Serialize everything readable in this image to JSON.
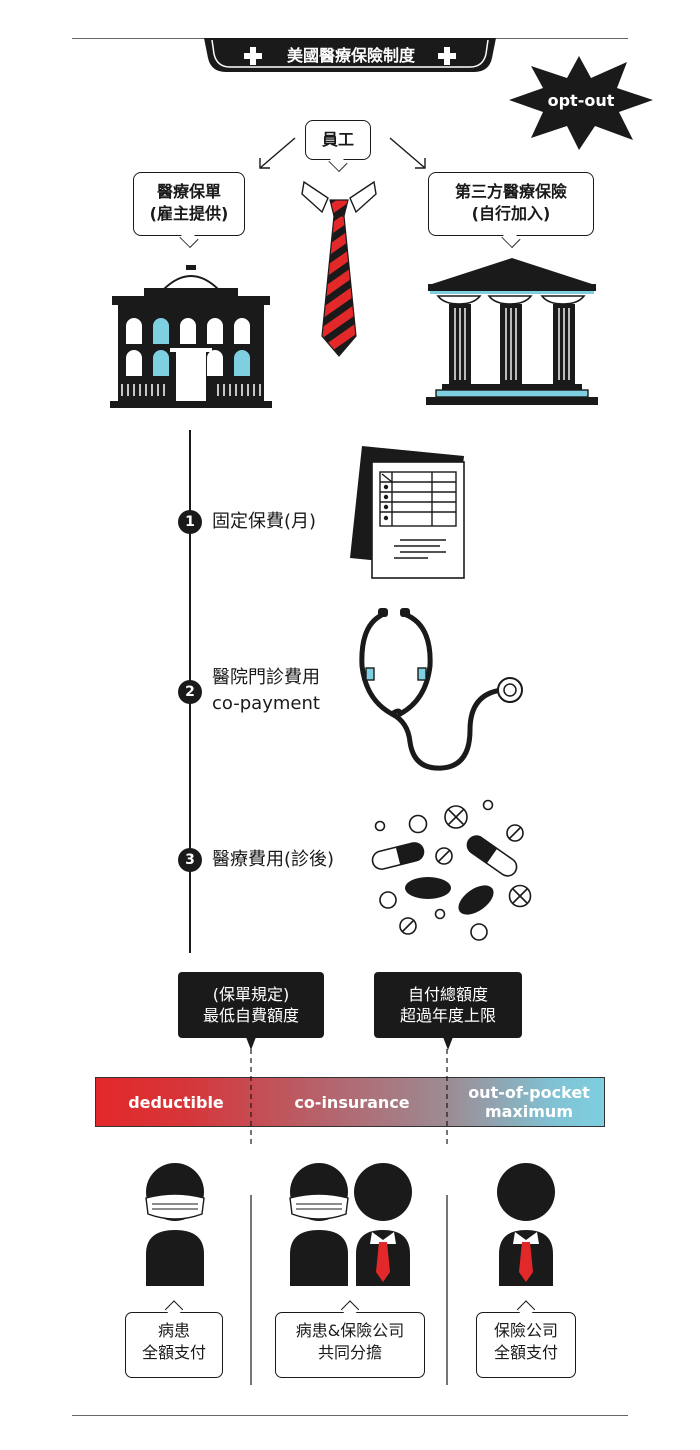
{
  "header": {
    "title": "美國醫療保險制度",
    "optout": "opt-out"
  },
  "top": {
    "employee": "員工",
    "policy_line1": "醫療保單",
    "policy_line2": "(雇主提供)",
    "third_line1": "第三方醫療保險",
    "third_line2": "(自行加入)"
  },
  "steps": [
    {
      "num": "1",
      "label": "固定保費(月)"
    },
    {
      "num": "2",
      "label": "醫院門診費用",
      "label2": "co-payment"
    },
    {
      "num": "3",
      "label": "醫療費用(診後)"
    }
  ],
  "callouts": {
    "left_line1": "(保單規定)",
    "left_line2": "最低自費額度",
    "right_line1": "自付總額度",
    "right_line2": "超過年度上限"
  },
  "bar": {
    "deductible": "deductible",
    "coinsurance": "co-insurance",
    "oop_line1": "out-of-pocket",
    "oop_line2": "maximum"
  },
  "footer": {
    "left_line1": "病患",
    "left_line2": "全額支付",
    "mid_line1": "病患&保險公司",
    "mid_line2": "共同分擔",
    "right_line1": "保險公司",
    "right_line2": "全額支付"
  },
  "colors": {
    "red": "#e3282a",
    "blue": "#7ecfe0",
    "ink": "#1a1a1a"
  }
}
